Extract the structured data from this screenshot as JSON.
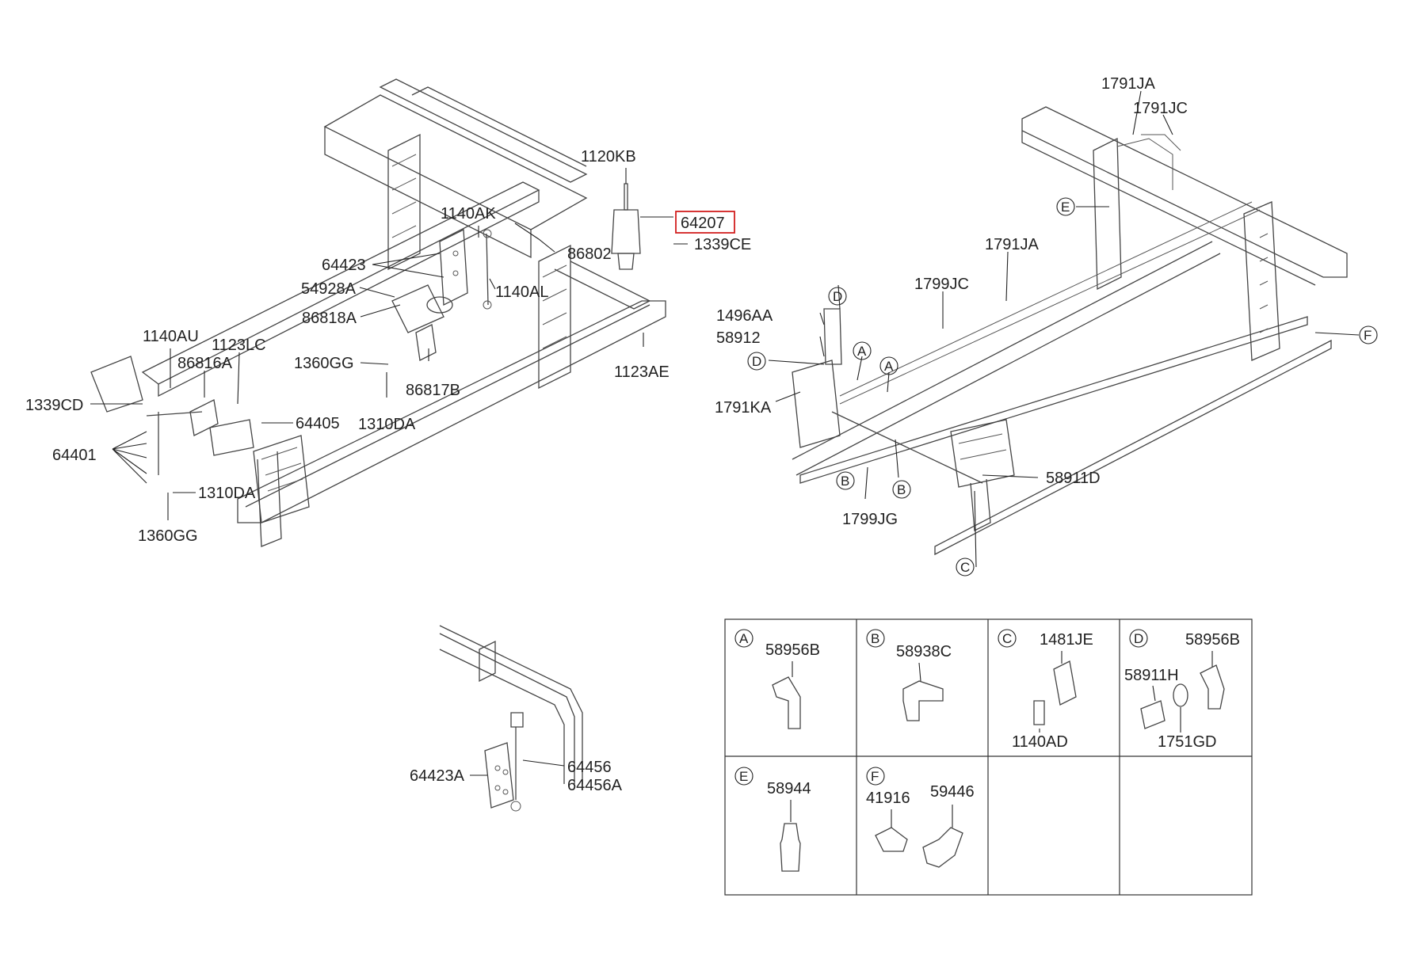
{
  "highlight_color": "#d21f1f",
  "labels": {
    "p1120KB": "1120KB",
    "p64207": "64207",
    "p1339CE": "1339CE",
    "p1140AK": "1140AK",
    "p86802": "86802",
    "p64423": "64423",
    "p54928A": "54928A",
    "p1140AL": "1140AL",
    "p86818A": "86818A",
    "p1140AU": "1140AU",
    "p1123LC": "1123LC",
    "p1123AE": "1123AE",
    "p86816A": "86816A",
    "p1360GG_a": "1360GG",
    "p1339CD": "1339CD",
    "p86817B": "86817B",
    "p64405": "64405",
    "p1310DA_a": "1310DA",
    "p64401": "64401",
    "p1310DA_b": "1310DA",
    "p1360GG_b": "1360GG",
    "p1791JA_a": "1791JA",
    "p1791JC": "1791JC",
    "p1791JA_b": "1791JA",
    "p1799JC": "1799JC",
    "p1496AA": "1496AA",
    "p58912": "58912",
    "p1791KA": "1791KA",
    "p58911D": "58911D",
    "p1799JG": "1799JG",
    "p64423A": "64423A",
    "p64456": "64456",
    "p64456A": "64456A"
  },
  "callouts": {
    "A": "A",
    "B": "B",
    "C": "C",
    "D": "D",
    "E": "E",
    "F": "F"
  },
  "detail_table": {
    "A": {
      "letter": "A",
      "parts": [
        "58956B"
      ]
    },
    "B": {
      "letter": "B",
      "parts": [
        "58938C"
      ]
    },
    "C": {
      "letter": "C",
      "parts": [
        "1481JE",
        "1140AD"
      ]
    },
    "D": {
      "letter": "D",
      "parts": [
        "58956B",
        "58911H",
        "1751GD"
      ]
    },
    "E": {
      "letter": "E",
      "parts": [
        "58944"
      ]
    },
    "F": {
      "letter": "F",
      "parts": [
        "41916",
        "59446"
      ]
    }
  }
}
